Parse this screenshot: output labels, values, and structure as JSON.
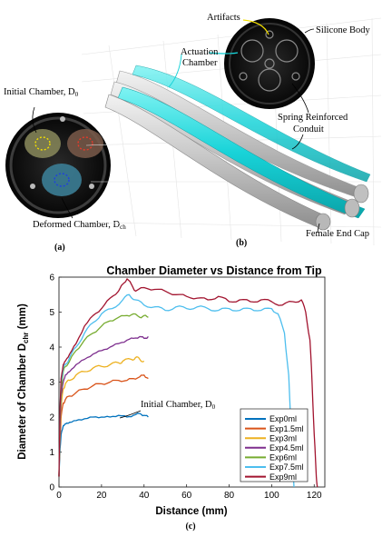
{
  "panel_a": {
    "label": "(a)",
    "initial_chamber_prefix": "Initial Chamber, D",
    "initial_chamber_sub": "0",
    "deformed_chamber_prefix": "Deformed Chamber, D",
    "deformed_chamber_sub": "ch"
  },
  "panel_b": {
    "label": "(b)",
    "artifacts": "Artifacts",
    "silicone_body": "Silicone Body",
    "actuation_chamber_line1": "Actuation",
    "actuation_chamber_line2": "Chamber",
    "spring_line1": "Spring Reinforced",
    "spring_line2": "Conduit",
    "female_end_cap": "Female End Cap"
  },
  "panel_c": {
    "label": "(c)",
    "annotation_prefix": "Initial Chamber, D",
    "annotation_sub": "0"
  },
  "chart_data": {
    "type": "line",
    "title": "Chamber Diameter vs Distance from Tip",
    "xlabel": "Distance (mm)",
    "ylabel_prefix": "Diameter of Chamber D",
    "ylabel_sub": "chr",
    "ylabel_suffix": " (mm)",
    "xlim": [
      0,
      125
    ],
    "ylim": [
      0,
      6
    ],
    "xticks": [
      0,
      20,
      40,
      60,
      80,
      100,
      120
    ],
    "yticks": [
      0,
      1,
      2,
      3,
      4,
      5,
      6
    ],
    "grid": false,
    "legend_position": "bottom-right",
    "series": [
      {
        "name": "Exp0ml",
        "color": "#0072BD",
        "points": [
          [
            0,
            0.3
          ],
          [
            0.5,
            1.1
          ],
          [
            1,
            1.5
          ],
          [
            2,
            1.75
          ],
          [
            3,
            1.8
          ],
          [
            5,
            1.85
          ],
          [
            8,
            1.9
          ],
          [
            12,
            1.95
          ],
          [
            16,
            2.0
          ],
          [
            20,
            2.0
          ],
          [
            24,
            2.0
          ],
          [
            28,
            2.05
          ],
          [
            32,
            2.0
          ],
          [
            35,
            2.05
          ],
          [
            38,
            2.1
          ],
          [
            40,
            2.05
          ],
          [
            42,
            2.0
          ]
        ]
      },
      {
        "name": "Exp1.5ml",
        "color": "#D95319",
        "points": [
          [
            0,
            0.3
          ],
          [
            0.5,
            1.4
          ],
          [
            1,
            2.0
          ],
          [
            2,
            2.4
          ],
          [
            3,
            2.5
          ],
          [
            5,
            2.6
          ],
          [
            8,
            2.7
          ],
          [
            12,
            2.8
          ],
          [
            16,
            2.9
          ],
          [
            20,
            2.95
          ],
          [
            24,
            3.0
          ],
          [
            28,
            3.05
          ],
          [
            32,
            3.05
          ],
          [
            35,
            3.1
          ],
          [
            38,
            3.15
          ],
          [
            40,
            3.2
          ],
          [
            42,
            3.1
          ]
        ]
      },
      {
        "name": "Exp3ml",
        "color": "#EDB120",
        "points": [
          [
            0,
            0.3
          ],
          [
            0.5,
            1.6
          ],
          [
            1,
            2.3
          ],
          [
            2,
            2.8
          ],
          [
            3,
            2.95
          ],
          [
            5,
            3.05
          ],
          [
            8,
            3.2
          ],
          [
            12,
            3.3
          ],
          [
            16,
            3.4
          ],
          [
            20,
            3.45
          ],
          [
            24,
            3.5
          ],
          [
            28,
            3.55
          ],
          [
            30,
            3.6
          ],
          [
            34,
            3.65
          ],
          [
            36,
            3.7
          ],
          [
            38,
            3.65
          ],
          [
            40,
            3.6
          ]
        ]
      },
      {
        "name": "Exp4.5ml",
        "color": "#7E2F8E",
        "points": [
          [
            0,
            0.3
          ],
          [
            0.5,
            1.8
          ],
          [
            1,
            2.6
          ],
          [
            2,
            3.0
          ],
          [
            3,
            3.2
          ],
          [
            5,
            3.3
          ],
          [
            8,
            3.5
          ],
          [
            12,
            3.65
          ],
          [
            16,
            3.8
          ],
          [
            20,
            3.9
          ],
          [
            24,
            4.0
          ],
          [
            28,
            4.1
          ],
          [
            32,
            4.2
          ],
          [
            35,
            4.25
          ],
          [
            38,
            4.3
          ],
          [
            40,
            4.25
          ],
          [
            42,
            4.3
          ]
        ]
      },
      {
        "name": "Exp6ml",
        "color": "#77AC30",
        "points": [
          [
            0,
            0.3
          ],
          [
            0.5,
            2.0
          ],
          [
            1,
            2.8
          ],
          [
            2,
            3.3
          ],
          [
            3,
            3.45
          ],
          [
            5,
            3.6
          ],
          [
            8,
            3.9
          ],
          [
            12,
            4.2
          ],
          [
            16,
            4.4
          ],
          [
            20,
            4.6
          ],
          [
            24,
            4.75
          ],
          [
            28,
            4.85
          ],
          [
            32,
            4.9
          ],
          [
            35,
            4.95
          ],
          [
            38,
            4.85
          ],
          [
            40,
            4.9
          ],
          [
            42,
            4.85
          ]
        ]
      },
      {
        "name": "Exp7.5ml",
        "color": "#4DBEEE",
        "points": [
          [
            0,
            0.3
          ],
          [
            0.5,
            2.2
          ],
          [
            1,
            3.0
          ],
          [
            2,
            3.4
          ],
          [
            3,
            3.5
          ],
          [
            5,
            3.7
          ],
          [
            8,
            4.0
          ],
          [
            12,
            4.4
          ],
          [
            16,
            4.7
          ],
          [
            20,
            4.95
          ],
          [
            25,
            5.1
          ],
          [
            30,
            5.35
          ],
          [
            33,
            5.5
          ],
          [
            36,
            5.35
          ],
          [
            40,
            5.2
          ],
          [
            45,
            5.15
          ],
          [
            50,
            5.05
          ],
          [
            55,
            5.15
          ],
          [
            60,
            5.1
          ],
          [
            65,
            5.15
          ],
          [
            70,
            5.1
          ],
          [
            75,
            5.05
          ],
          [
            80,
            5.1
          ],
          [
            85,
            5.05
          ],
          [
            90,
            5.1
          ],
          [
            95,
            5.05
          ],
          [
            100,
            5.1
          ],
          [
            103,
            4.95
          ],
          [
            106,
            4.4
          ],
          [
            108,
            3.2
          ],
          [
            109,
            1.8
          ],
          [
            110,
            0.5
          ],
          [
            110.5,
            0.0
          ]
        ]
      },
      {
        "name": "Exp9ml",
        "color": "#A2142F",
        "points": [
          [
            0,
            0.3
          ],
          [
            0.5,
            2.3
          ],
          [
            1,
            3.1
          ],
          [
            2,
            3.5
          ],
          [
            3,
            3.6
          ],
          [
            5,
            3.8
          ],
          [
            8,
            4.1
          ],
          [
            12,
            4.6
          ],
          [
            16,
            4.9
          ],
          [
            20,
            5.1
          ],
          [
            24,
            5.4
          ],
          [
            28,
            5.6
          ],
          [
            30,
            5.8
          ],
          [
            32,
            5.95
          ],
          [
            34,
            5.8
          ],
          [
            36,
            5.6
          ],
          [
            40,
            5.7
          ],
          [
            45,
            5.65
          ],
          [
            50,
            5.6
          ],
          [
            55,
            5.5
          ],
          [
            60,
            5.45
          ],
          [
            65,
            5.4
          ],
          [
            70,
            5.35
          ],
          [
            75,
            5.45
          ],
          [
            80,
            5.3
          ],
          [
            85,
            5.35
          ],
          [
            90,
            5.3
          ],
          [
            95,
            5.35
          ],
          [
            100,
            5.3
          ],
          [
            105,
            5.2
          ],
          [
            110,
            5.3
          ],
          [
            114,
            5.35
          ],
          [
            116,
            5.0
          ],
          [
            118,
            4.2
          ],
          [
            119,
            3.0
          ],
          [
            120,
            1.5
          ],
          [
            121,
            0.3
          ],
          [
            121.5,
            0.0
          ]
        ]
      }
    ]
  },
  "colors": {
    "cyan_chamber": "#18d3d8",
    "conduit_gray": "#cfcfcf",
    "ct_black": "#111111"
  }
}
